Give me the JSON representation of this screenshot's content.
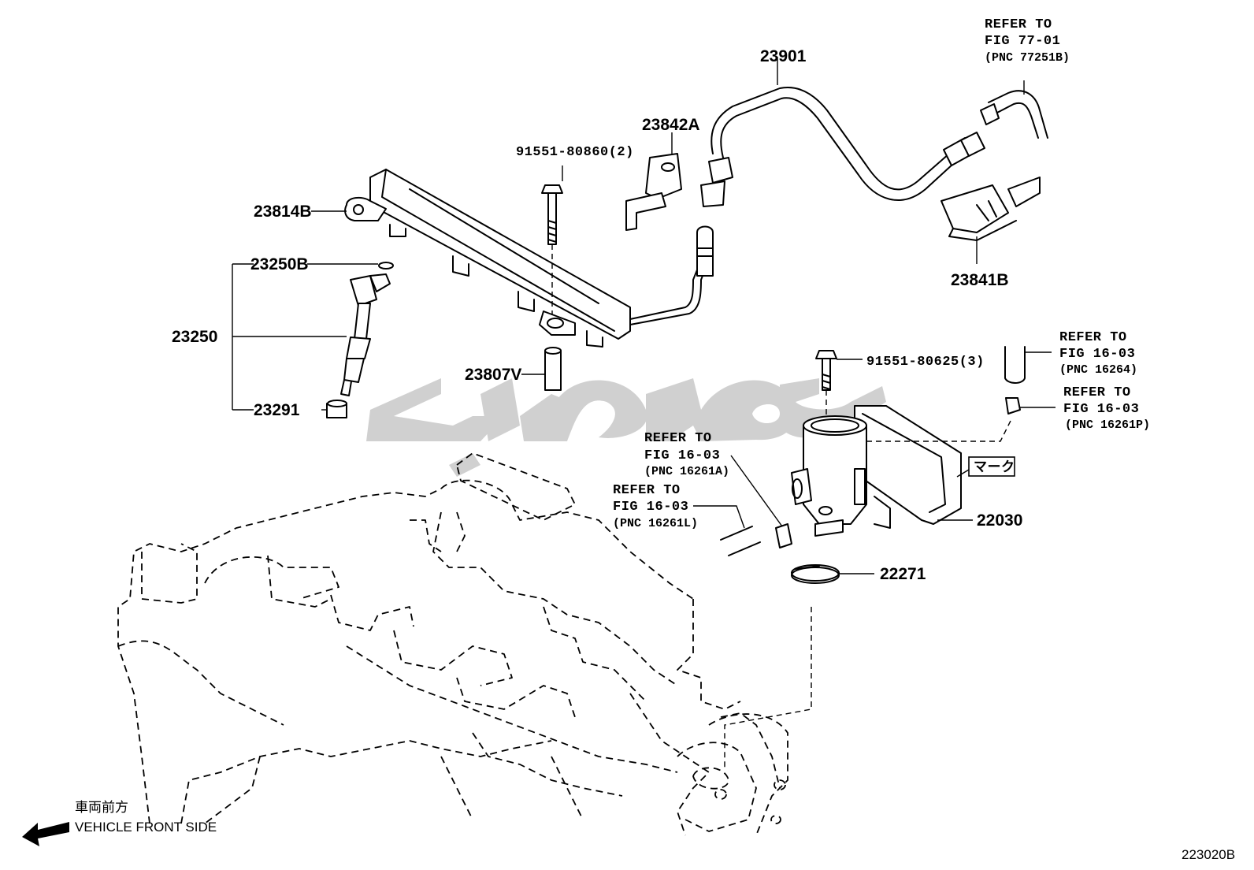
{
  "parts": {
    "p23901": "23901",
    "p23842A": "23842A",
    "p91551_80860": "91551-80860(2)",
    "p23814B": "23814B",
    "p23250B": "23250B",
    "p23250": "23250",
    "p23291": "23291",
    "p23807V": "23807V",
    "p23841B": "23841B",
    "p91551_80625": "91551-80625(3)",
    "p22030": "22030",
    "p22271": "22271"
  },
  "refs": {
    "ref_77": {
      "line1": "REFER TO",
      "line2": "FIG 77-01",
      "pnc": "(PNC 77251B)"
    },
    "ref_16264": {
      "line1": "REFER TO",
      "line2": "FIG 16-03",
      "pnc": "(PNC 16264)"
    },
    "ref_16261P": {
      "line1": "REFER TO",
      "line2": "FIG 16-03",
      "pnc": "(PNC 16261P)"
    },
    "ref_16261A": {
      "line1": "REFER TO",
      "line2": "FIG 16-03",
      "pnc": "(PNC 16261A)"
    },
    "ref_16261L": {
      "line1": "REFER TO",
      "line2": "FIG 16-03",
      "pnc": "(PNC 16261L)"
    }
  },
  "mark_label": "マーク",
  "front_side": {
    "jp": "車両前方",
    "en": "VEHICLE FRONT SIDE"
  },
  "figure_code": "223020B",
  "colors": {
    "line": "#000000",
    "watermark": "#c8c8c8",
    "background": "#ffffff"
  }
}
